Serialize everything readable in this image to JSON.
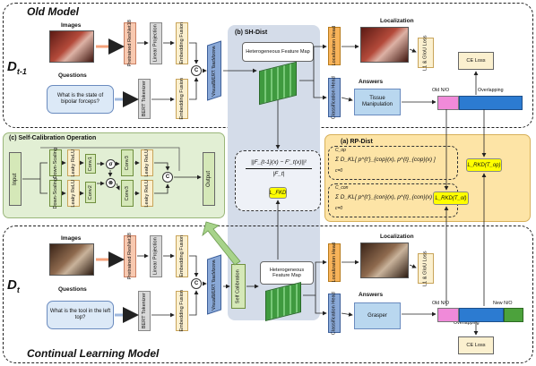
{
  "old_model": {
    "title": "Old Model",
    "timestep": "D",
    "timestep_sub": "t-1",
    "images_label": "Images",
    "questions_label": "Questions",
    "question": "What is the state of bipolar forceps?",
    "resnet": "Pretrained ResNet18",
    "linear": "Linear Projection",
    "emb_fusion_1": "Embedding Fusion",
    "bert": "BERT Tokenizer",
    "emb_fusion_2": "Embedding Fusion",
    "concat": "C",
    "backbone": "VisualBERT Backbone",
    "loc_head": "Localization Head",
    "cls_head": "Classification Head",
    "localization_label": "Localization",
    "answers_label": "Answers",
    "answer": "Tissue Manipulation",
    "l1_loss": "L1 & GIoU Loss",
    "ce_loss": "CE Loss",
    "old_no": "Old N/O",
    "overlapping": "Overlapping"
  },
  "sh_dist": {
    "title": "(b) SH-Dist",
    "feature_map_top": "Heterogeneous Feature Map",
    "feature_map_bottom": "Heterogeneous Feature Map",
    "formula_num": "||F_{t-1}(x) − F'_t(x)||²",
    "formula_den": "|F_t|",
    "loss": "L_FKD",
    "loss_bottom": "L_FKD",
    "self_cal": "Self Calibration"
  },
  "self_cal_op": {
    "title": "(c) Self-Calibration Operation",
    "input": "Input",
    "output": "Output",
    "down1": "Down-Scaling",
    "down2": "Down-Scaling",
    "leaky1": "Leaky ReLU",
    "leaky2": "Leaky ReLU",
    "leaky3": "Leaky ReLU",
    "leaky4": "Leaky ReLU",
    "conv1": "Conv1",
    "conv2": "Conv2",
    "conv3a": "Conv3",
    "conv3b": "Conv3",
    "sigma": "σ",
    "times": "⊗",
    "concat": "C"
  },
  "rp_dist": {
    "title": "(a) RP-Dist",
    "eq1": "Σ D_KL[ p^{t'}_{cop}(x), p^{t}_{cop}(x) ]",
    "eq1_limits_top": "C_op",
    "eq1_limits_bot": "c=0",
    "eq2": "Σ D_KL[ p^{t'}_{con}(x), p^{t}_{con}(x) ]",
    "eq2_limits_top": "C_con",
    "eq2_limits_bot": "c=0",
    "lrkd_op": "L_RKD(T_op)",
    "lrkd_ol": "L_RKD(T_ol)"
  },
  "cl_model": {
    "title": "Continual Learning Model",
    "timestep": "D",
    "timestep_sub": "t",
    "images_label": "Images",
    "questions_label": "Questions",
    "question": "What is the tool in the left top?",
    "resnet": "Pretrained ResNet18",
    "linear": "Linear Projection",
    "emb_fusion_1": "Embedding Fusion",
    "bert": "BERT Tokenizer",
    "emb_fusion_2": "Embedding Fusion",
    "concat": "C",
    "backbone": "VisualBERT Backbone",
    "loc_head": "Localization Head",
    "cls_head": "Classification Head",
    "localization_label": "Localization",
    "answers_label": "Answers",
    "answer": "Grasper",
    "l1_loss": "L1 & GIoU Loss",
    "ce_loss": "CE Loss",
    "old_no": "Old N/O",
    "overlapping": "Overlapping",
    "new_no": "New N/O"
  }
}
